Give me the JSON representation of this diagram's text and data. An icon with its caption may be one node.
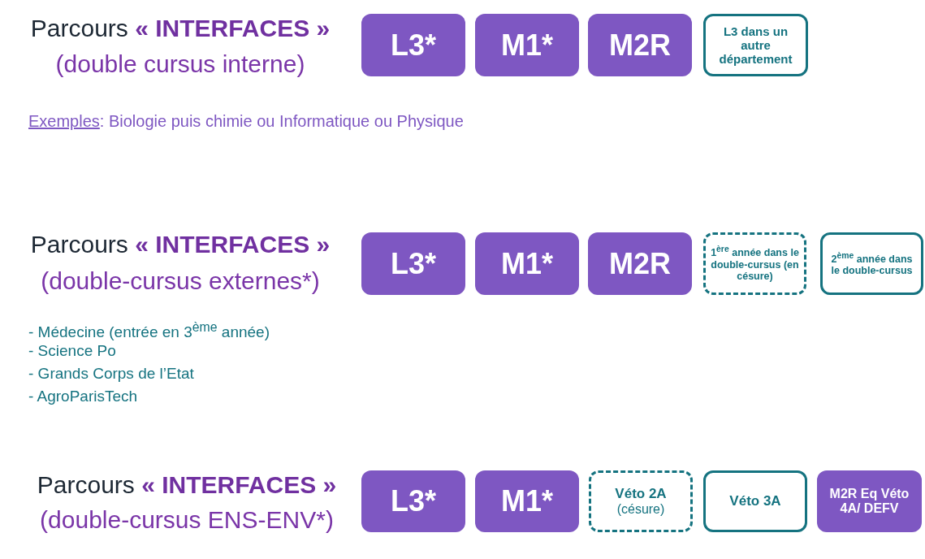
{
  "diagram": {
    "nodes": [
      {
        "text": [
          "L3*"
        ]
      },
      {
        "text": [
          "M1*"
        ]
      },
      {
        "text": [
          "M2R"
        ]
      },
      {
        "text": [
          "L3 dans un autre département"
        ]
      },
      {
        "text": [
          "L3*"
        ]
      },
      {
        "text": [
          "M1*"
        ]
      },
      {
        "text": [
          "M2R"
        ]
      },
      {
        "text": [
          "1$^{ère}$ année dans le double-cursus (en césure)"
        ]
      },
      {
        "text": [
          "2$^{ème}$ année dans le double-cursus"
        ]
      },
      {
        "text": [
          "L3*"
        ]
      },
      {
        "text": [
          "M1*"
        ]
      },
      {
        "text": [
          "Véto 2A",
          "(césure)"
        ]
      },
      {
        "text": [
          "Véto 3A"
        ]
      },
      {
        "text": [
          "M2R Eq Véto 4A/ DEFV"
        ]
      }
    ],
    "labels": [
      "Parcours **« INTERFACES »**",
      "(double cursus interne)",
      "Exemples: Biologie puis chimie ou Informatique ou Physique",
      "Parcours **« INTERFACES »**",
      "(double-cursus externes*)",
      "- Médecine (entrée en 3$^{ème}$ année)",
      "- Science Po",
      "- Grands Corps de l’Etat",
      "- AgroParisTech",
      "Parcours **« INTERFACES »**",
      "(double-cursus ENS-ENV*)"
    ]
  }
}
